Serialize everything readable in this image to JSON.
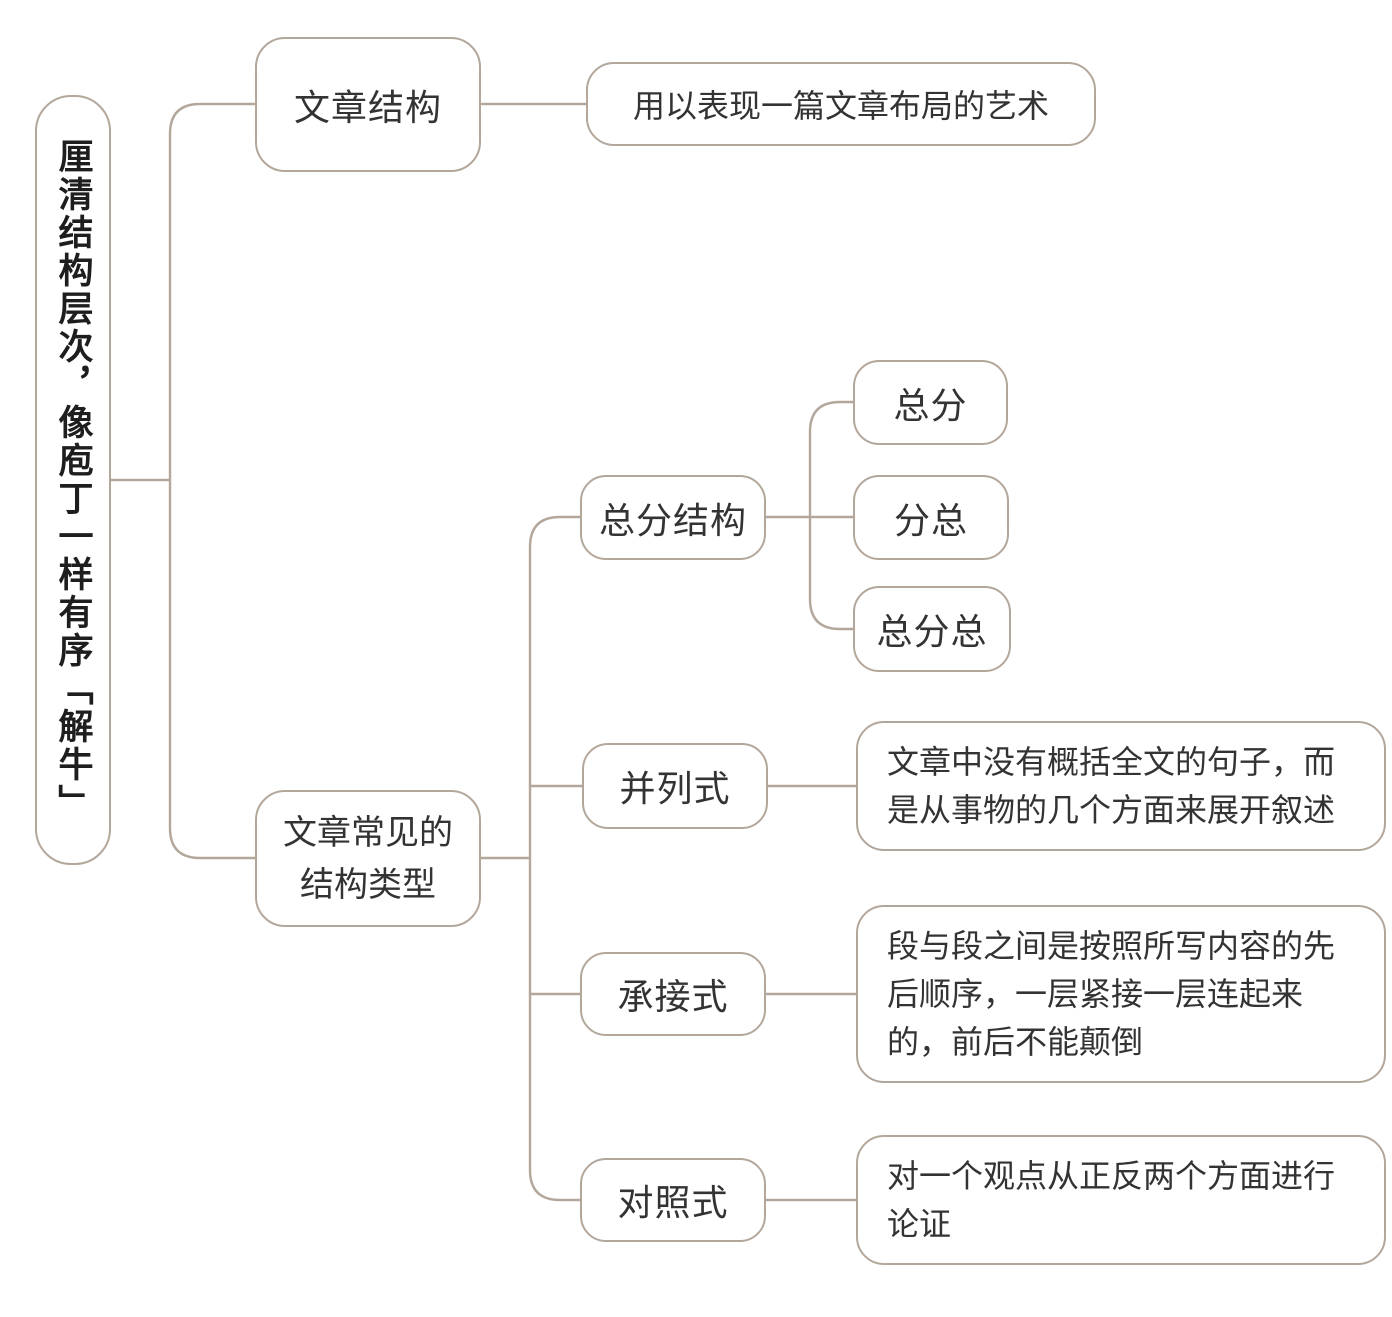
{
  "colors": {
    "line": "#b3a79b",
    "text": "#333333",
    "root_text": "#1e1e1e",
    "background": "#ffffff"
  },
  "mindmap": {
    "root": {
      "label": "厘清结构层次，像庖丁一样有序「解牛」"
    },
    "article_structure": {
      "label": "文章结构",
      "definition": "用以表现一篇文章布局的艺术"
    },
    "structure_types": {
      "label": "文章常见的结构类型",
      "children": [
        {
          "label": "总分结构",
          "subtypes": [
            "总分",
            "分总",
            "总分总"
          ]
        },
        {
          "label": "并列式",
          "description": "文章中没有概括全文的句子，而是从事物的几个方面来展开叙述"
        },
        {
          "label": "承接式",
          "description": "段与段之间是按照所写内容的先后顺序，一层紧接一层连起来的，前后不能颠倒"
        },
        {
          "label": "对照式",
          "description": "对一个观点从正反两个方面进行论证"
        }
      ]
    }
  }
}
